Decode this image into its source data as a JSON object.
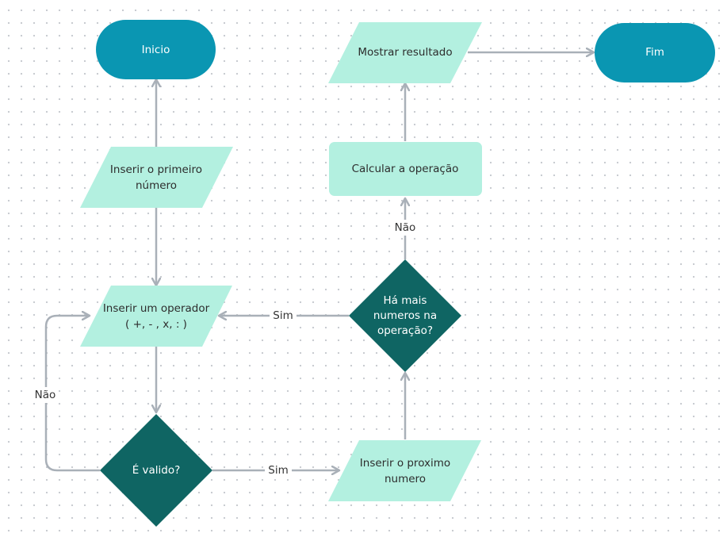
{
  "nodes": {
    "inicio": "Inicio",
    "fim": "Fim",
    "mostrar": "Mostrar resultado",
    "calcular": "Calcular a operação",
    "primeiro_l1": "Inserir o primeiro",
    "primeiro_l2": "número",
    "operador_l1": "Inserir um operador",
    "operador_l2": "( +, - , x, : )",
    "mais_l1": "Há mais",
    "mais_l2": "numeros na",
    "mais_l3": "operação?",
    "valido": "É valido?",
    "proximo_l1": "Inserir o proximo",
    "proximo_l2": "numero"
  },
  "edges": {
    "nao_valido": "Não",
    "sim_valido": "Sim",
    "sim_mais": "Sim",
    "nao_mais": "Não"
  },
  "colors": {
    "terminal": "#0a96b2",
    "process": "#b3f0e0",
    "decision": "#0f6563",
    "edge": "#a9b0b8",
    "canvas": "#ffffff"
  }
}
